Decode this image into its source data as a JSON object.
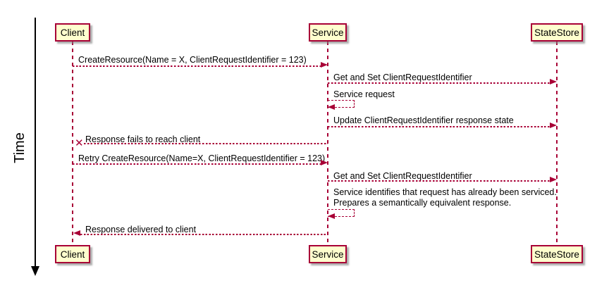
{
  "diagram": {
    "type": "uml-sequence-diagram",
    "time_axis": {
      "label": "Time",
      "direction": "down"
    },
    "participants": [
      {
        "name": "Client"
      },
      {
        "name": "Service"
      },
      {
        "name": "StateStore"
      }
    ],
    "colors": {
      "accent": "#A80036",
      "participant_fill": "#FEFECE",
      "text": "#000000",
      "axis": "#000000",
      "background": "#FFFFFF"
    },
    "icons": {
      "lost_message_x": "✕"
    },
    "messages": [
      {
        "from": "Client",
        "to": "Service",
        "kind": "async-right",
        "label": "CreateResource(Name = X, ClientRequestIdentifier = 123)"
      },
      {
        "from": "Service",
        "to": "StateStore",
        "kind": "async-right",
        "label": "Get and Set ClientRequestIdentifier"
      },
      {
        "from": "Service",
        "to": "Service",
        "kind": "self",
        "label": "Service request"
      },
      {
        "from": "Service",
        "to": "StateStore",
        "kind": "async-right",
        "label": "Update ClientRequestIdentifier response state"
      },
      {
        "from": "Service",
        "to": "Client",
        "kind": "lost",
        "label": "Response fails to reach client"
      },
      {
        "from": "Client",
        "to": "Service",
        "kind": "async-right",
        "label": "Retry CreateResource(Name=X, ClientRequestIdentifier = 123)"
      },
      {
        "from": "Service",
        "to": "StateStore",
        "kind": "async-right",
        "label": "Get and Set ClientRequestIdentifier"
      },
      {
        "from": "Service",
        "to": "Service",
        "kind": "self",
        "label_line1": "Service identifies that request has already been serviced.",
        "label_line2": "Prepares a semantically equivalent response."
      },
      {
        "from": "Service",
        "to": "Client",
        "kind": "async-left",
        "label": "Response delivered to client"
      }
    ]
  }
}
